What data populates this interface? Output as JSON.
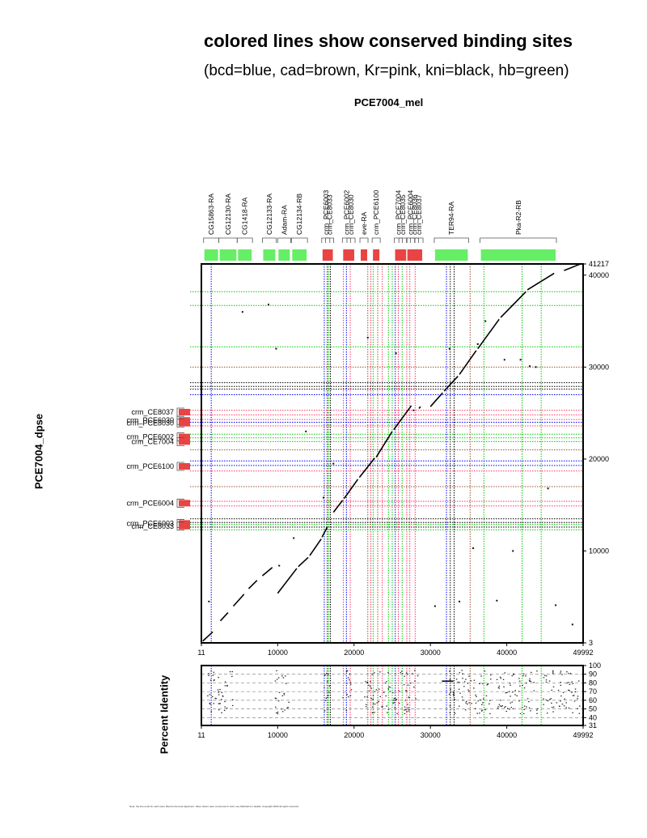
{
  "title": "colored lines show conserved binding sites",
  "subtitle": "(bcd=blue, cad=brown, Kr=pink, kni=black, hb=green)",
  "x_sequence": "PCE7004_mel",
  "y_sequence": "PCE7004_dpse",
  "identity_label": "Percent Identity",
  "footer": "Note: the line ends for each were fitted to the best alignment. Sites shown were conserved in both; see Methods for details. Copyright 2003 all rights reserved.",
  "colors": {
    "bcd": "#0000ff",
    "cad": "#a0522d",
    "Kr": "#ff3366",
    "kni": "#000000",
    "hb": "#00cc00",
    "gene_box": "#66ee66",
    "crm_box": "#e84444"
  },
  "chart_data": {
    "type": "scatter",
    "xlim": [
      11,
      49992
    ],
    "ylim": [
      3,
      41217
    ],
    "x_ticks": [
      "11",
      "10000",
      "20000",
      "30000",
      "40000",
      "49992"
    ],
    "y_ticks": [
      "3",
      "10000",
      "20000",
      "30000",
      "40000",
      "41217"
    ],
    "identity_ticks": [
      "31",
      "40",
      "50",
      "60",
      "70",
      "80",
      "90",
      "100"
    ],
    "identity_range": [
      31,
      100
    ],
    "genes": [
      {
        "name": "CG15863-RA",
        "start": 300,
        "end": 2300
      },
      {
        "name": "CG12130-RA",
        "start": 2300,
        "end": 4700
      },
      {
        "name": "CG1418-RA",
        "start": 4700,
        "end": 6700
      },
      {
        "name": "CG12133-RA",
        "start": 8000,
        "end": 9800
      },
      {
        "name": "Adam-RA",
        "start": 10000,
        "end": 11700
      },
      {
        "name": "CG12134-RB",
        "start": 11800,
        "end": 13900
      },
      {
        "name": "TER94-RA",
        "start": 30500,
        "end": 35000
      },
      {
        "name": "Pka-R2-RB",
        "start": 36500,
        "end": 46500
      }
    ],
    "x_crms": [
      {
        "name": "crm_PCE6003",
        "pos": 16300
      },
      {
        "name": "crm_CE8033",
        "pos": 16800
      },
      {
        "name": "crm_PCE6002",
        "pos": 19000
      },
      {
        "name": "crm_CE8030",
        "pos": 19600
      },
      {
        "name": "eve-RA",
        "pos": 21300
      },
      {
        "name": "crm_PCE6100",
        "pos": 22900
      },
      {
        "name": "crm_PCE7004",
        "pos": 25800
      },
      {
        "name": "crm_CE8035",
        "pos": 26400
      },
      {
        "name": "crm_PCE6004",
        "pos": 27400
      },
      {
        "name": "crm_CE8036",
        "pos": 27900
      },
      {
        "name": "crm_CE8037",
        "pos": 28500
      }
    ],
    "y_crms": [
      {
        "name": "crm_CE8037",
        "pos": 25100
      },
      {
        "name": "crm_PCE6030",
        "pos": 24200
      },
      {
        "name": "crm_PCE8030",
        "pos": 23900
      },
      {
        "name": "crm_PCE6002",
        "pos": 22400
      },
      {
        "name": "crm_CE7004",
        "pos": 21900
      },
      {
        "name": "crm_PCE6100",
        "pos": 19200
      },
      {
        "name": "crm_PCE6004",
        "pos": 15200
      },
      {
        "name": "crm_PCE6003",
        "pos": 13000
      },
      {
        "name": "crm_CE8033",
        "pos": 12700
      }
    ],
    "x_sites": [
      {
        "f": "bcd",
        "pos": 1300
      },
      {
        "f": "bcd",
        "pos": 16100
      },
      {
        "f": "kni",
        "pos": 16500
      },
      {
        "f": "hb",
        "pos": 16700
      },
      {
        "f": "kni",
        "pos": 16900
      },
      {
        "f": "Kr",
        "pos": 18600
      },
      {
        "f": "bcd",
        "pos": 19000
      },
      {
        "f": "Kr",
        "pos": 19500
      },
      {
        "f": "cad",
        "pos": 21800
      },
      {
        "f": "Kr",
        "pos": 22200
      },
      {
        "f": "hb",
        "pos": 22500
      },
      {
        "f": "cad",
        "pos": 23100
      },
      {
        "f": "Kr",
        "pos": 23700
      },
      {
        "f": "hb",
        "pos": 24500
      },
      {
        "f": "hb",
        "pos": 25000
      },
      {
        "f": "bcd",
        "pos": 25400
      },
      {
        "f": "Kr",
        "pos": 25800
      },
      {
        "f": "hb",
        "pos": 26300
      },
      {
        "f": "Kr",
        "pos": 26900
      },
      {
        "f": "Kr",
        "pos": 27300
      },
      {
        "f": "Kr",
        "pos": 28000
      },
      {
        "f": "bcd",
        "pos": 32100
      },
      {
        "f": "kni",
        "pos": 32600
      },
      {
        "f": "kni",
        "pos": 33100
      },
      {
        "f": "cad",
        "pos": 35200
      },
      {
        "f": "hb",
        "pos": 37000
      },
      {
        "f": "hb",
        "pos": 42000
      },
      {
        "f": "hb",
        "pos": 44500
      }
    ],
    "y_sites": [
      {
        "f": "hb",
        "pos": 38200
      },
      {
        "f": "hb",
        "pos": 36700
      },
      {
        "f": "hb",
        "pos": 32200
      },
      {
        "f": "cad",
        "pos": 30000
      },
      {
        "f": "kni",
        "pos": 28300
      },
      {
        "f": "kni",
        "pos": 27900
      },
      {
        "f": "kni",
        "pos": 27600
      },
      {
        "f": "bcd",
        "pos": 27000
      },
      {
        "f": "Kr",
        "pos": 25300
      },
      {
        "f": "Kr",
        "pos": 24800
      },
      {
        "f": "Kr",
        "pos": 24300
      },
      {
        "f": "bcd",
        "pos": 24000
      },
      {
        "f": "Kr",
        "pos": 23600
      },
      {
        "f": "hb",
        "pos": 22700
      },
      {
        "f": "hb",
        "pos": 22300
      },
      {
        "f": "hb",
        "pos": 21900
      },
      {
        "f": "cad",
        "pos": 21000
      },
      {
        "f": "bcd",
        "pos": 19800
      },
      {
        "f": "bcd",
        "pos": 19300
      },
      {
        "f": "Kr",
        "pos": 18700
      },
      {
        "f": "cad",
        "pos": 17000
      },
      {
        "f": "Kr",
        "pos": 15400
      },
      {
        "f": "Kr",
        "pos": 14900
      },
      {
        "f": "kni",
        "pos": 13500
      },
      {
        "f": "kni",
        "pos": 13100
      },
      {
        "f": "hb",
        "pos": 12900
      },
      {
        "f": "kni",
        "pos": 12600
      },
      {
        "f": "hb",
        "pos": 12300
      }
    ],
    "alignment_segments": [
      [
        [
          200,
          200
        ],
        [
          1500,
          1200
        ]
      ],
      [
        [
          2500,
          2400
        ],
        [
          3500,
          3300
        ]
      ],
      [
        [
          4200,
          4000
        ],
        [
          5600,
          5300
        ]
      ],
      [
        [
          6200,
          5900
        ],
        [
          7300,
          6800
        ]
      ],
      [
        [
          8000,
          7300
        ],
        [
          9300,
          8200
        ]
      ],
      [
        [
          10000,
          5400
        ],
        [
          12500,
          8100
        ]
      ],
      [
        [
          12700,
          8300
        ],
        [
          14000,
          9300
        ]
      ],
      [
        [
          14200,
          9500
        ],
        [
          15700,
          11300
        ]
      ],
      [
        [
          15800,
          11500
        ],
        [
          16500,
          12600
        ]
      ],
      [
        [
          17300,
          14200
        ],
        [
          18500,
          15500
        ]
      ],
      [
        [
          18700,
          15700
        ],
        [
          20500,
          17800
        ]
      ],
      [
        [
          20700,
          18000
        ],
        [
          22700,
          20100
        ]
      ],
      [
        [
          22900,
          20200
        ],
        [
          25000,
          23000
        ]
      ],
      [
        [
          25200,
          23200
        ],
        [
          27500,
          25800
        ]
      ],
      [
        [
          28500,
          25500
        ],
        [
          28700,
          25700
        ]
      ],
      [
        [
          30000,
          25700
        ],
        [
          31600,
          27200
        ]
      ],
      [
        [
          31800,
          27400
        ],
        [
          33600,
          29000
        ]
      ],
      [
        [
          33800,
          29200
        ],
        [
          36000,
          31800
        ]
      ],
      [
        [
          36200,
          32000
        ],
        [
          39000,
          35200
        ]
      ],
      [
        [
          39200,
          35400
        ],
        [
          42500,
          38200
        ]
      ],
      [
        [
          42700,
          38400
        ],
        [
          46200,
          40200
        ]
      ],
      [
        [
          47500,
          40500
        ],
        [
          49600,
          41200
        ]
      ]
    ],
    "dots": [
      [
        1000,
        4500
      ],
      [
        5400,
        36000
      ],
      [
        8800,
        36800
      ],
      [
        9800,
        32000
      ],
      [
        17300,
        19500
      ],
      [
        16000,
        15800
      ],
      [
        21800,
        33200
      ],
      [
        25500,
        31500
      ],
      [
        27800,
        25300
      ],
      [
        30600,
        4000
      ],
      [
        32500,
        32000
      ],
      [
        33800,
        4500
      ],
      [
        35600,
        10300
      ],
      [
        36200,
        32500
      ],
      [
        37200,
        35000
      ],
      [
        38700,
        4600
      ],
      [
        39700,
        30800
      ],
      [
        40800,
        10000
      ],
      [
        41800,
        30800
      ],
      [
        43000,
        30100
      ],
      [
        43800,
        30000
      ],
      [
        45400,
        16800
      ],
      [
        46400,
        4100
      ],
      [
        48600,
        2000
      ],
      [
        12100,
        11400
      ],
      [
        13700,
        23000
      ],
      [
        10200,
        8400
      ]
    ],
    "identity_segments": [
      {
        "x0": 31500,
        "x1": 33000,
        "y": 82
      }
    ],
    "identity_blocks": [
      [
        600,
        4200
      ],
      [
        9600,
        11600
      ],
      [
        16000,
        17000
      ],
      [
        18400,
        19600
      ],
      [
        21200,
        24800
      ],
      [
        25000,
        28400
      ],
      [
        32400,
        38000
      ],
      [
        38400,
        44000
      ],
      [
        44600,
        49600
      ]
    ]
  }
}
